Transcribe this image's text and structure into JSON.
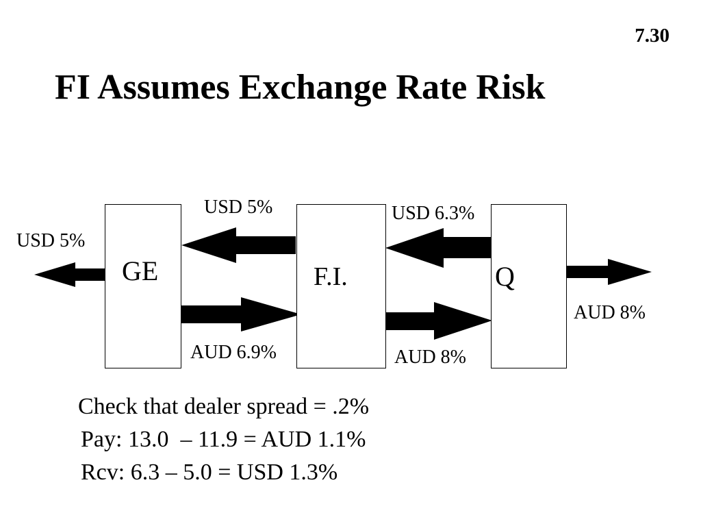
{
  "slide": {
    "number": "7.30",
    "title": "FI Assumes Exchange Rate Risk"
  },
  "diagram": {
    "parties": {
      "ge": "GE",
      "fi": "F.I.",
      "q": "Q"
    },
    "flows": {
      "ge_out_usd": "USD 5%",
      "fi_to_ge_usd": "USD 5%",
      "ge_to_fi_aud": "AUD 6.9%",
      "q_to_fi_usd": "USD 6.3%",
      "fi_to_q_aud": "AUD 8%",
      "q_out_aud": "AUD 8%"
    },
    "arrow_color": "#000000"
  },
  "notes": {
    "line1": "Check that dealer spread = .2%",
    "line2": "Pay: 13.0  – 11.9 = AUD 1.1%",
    "line3": "Rcv: 6.3 – 5.0 = USD 1.3%"
  }
}
